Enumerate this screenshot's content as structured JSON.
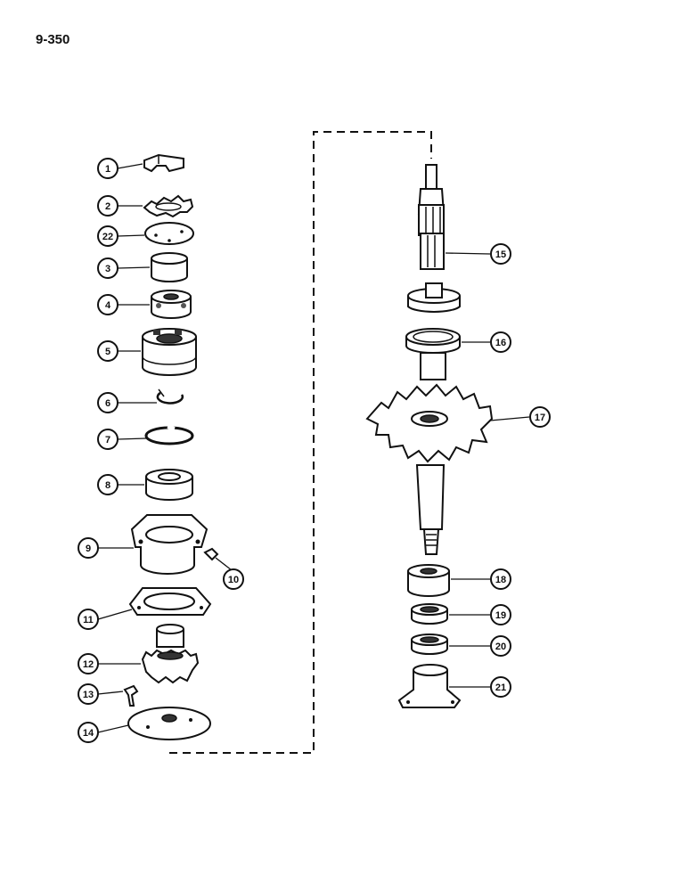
{
  "page_number": "9-350",
  "callouts": [
    {
      "id": "c1",
      "label": "1"
    },
    {
      "id": "c2",
      "label": "2"
    },
    {
      "id": "c22",
      "label": "22"
    },
    {
      "id": "c3",
      "label": "3"
    },
    {
      "id": "c4",
      "label": "4"
    },
    {
      "id": "c5",
      "label": "5"
    },
    {
      "id": "c6",
      "label": "6"
    },
    {
      "id": "c7",
      "label": "7"
    },
    {
      "id": "c8",
      "label": "8"
    },
    {
      "id": "c9",
      "label": "9"
    },
    {
      "id": "c10",
      "label": "10"
    },
    {
      "id": "c11",
      "label": "11"
    },
    {
      "id": "c12",
      "label": "12"
    },
    {
      "id": "c13",
      "label": "13"
    },
    {
      "id": "c14",
      "label": "14"
    },
    {
      "id": "c15",
      "label": "15"
    },
    {
      "id": "c16",
      "label": "16"
    },
    {
      "id": "c17",
      "label": "17"
    },
    {
      "id": "c18",
      "label": "18"
    },
    {
      "id": "c19",
      "label": "19"
    },
    {
      "id": "c20",
      "label": "20"
    },
    {
      "id": "c21",
      "label": "21"
    }
  ]
}
